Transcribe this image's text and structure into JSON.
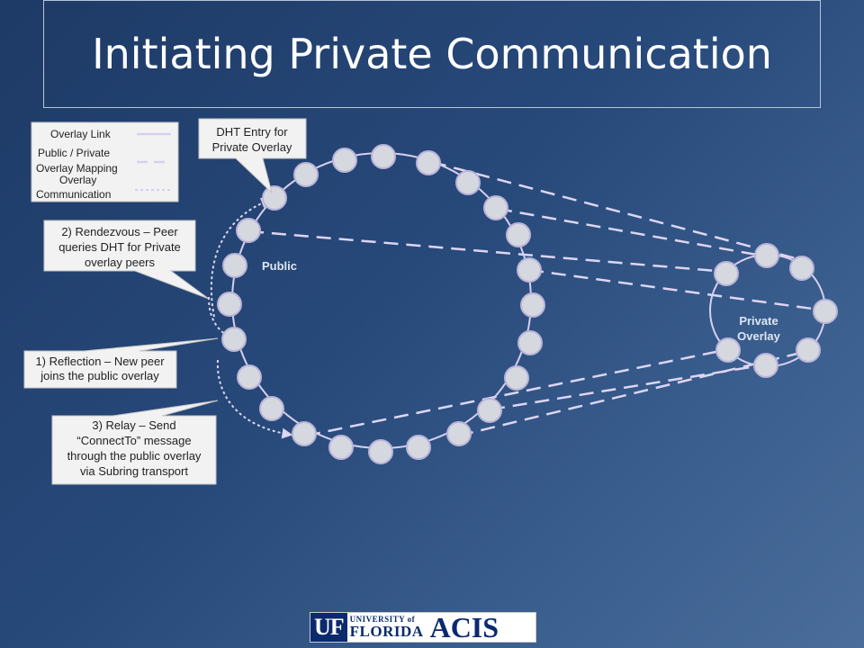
{
  "slide": {
    "title": "Initiating Private Communication"
  },
  "legend": {
    "items": [
      {
        "label": "Overlay Link",
        "style": "solid"
      },
      {
        "label": "Public / Private Overlay Mapping",
        "style": "dashed"
      },
      {
        "label": "Overlay Communication",
        "style": "dotted"
      }
    ]
  },
  "callouts": {
    "dht_entry": [
      "DHT Entry for",
      "Private Overlay"
    ],
    "rendezvous": [
      "2) Rendezvous – Peer",
      "queries DHT for Private",
      "overlay peers"
    ],
    "reflection": [
      "1) Reflection – New peer",
      "joins the public overlay"
    ],
    "relay": [
      "3) Relay – Send",
      "“ConnectTo” message",
      "through the public overlay",
      "via Subring transport"
    ]
  },
  "overlays": {
    "public_label": "Public",
    "private_label": [
      "Private",
      "Overlay"
    ]
  },
  "logo": {
    "uf": "UF",
    "university": "UNIVERSITY of",
    "florida": "FLORIDA",
    "acis": "ACIS"
  },
  "colors": {
    "node_fill": "#d6d8df",
    "node_stroke": "#b9b4d9",
    "link": "#d8cfee",
    "callout_fill": "#f2f2f2"
  }
}
